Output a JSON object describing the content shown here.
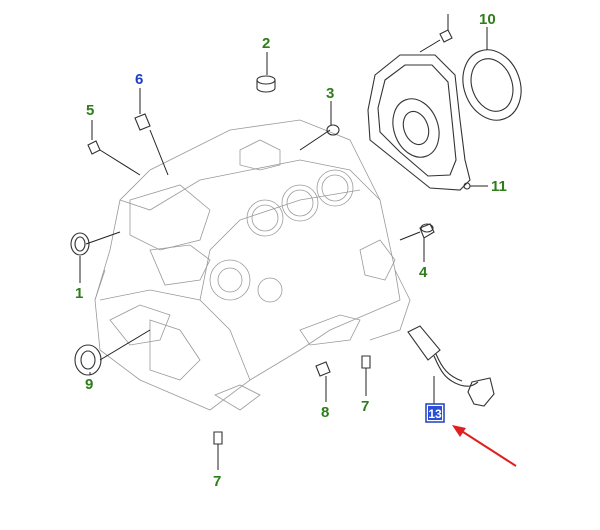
{
  "callouts": [
    {
      "id": "1",
      "label": "1",
      "color": "green"
    },
    {
      "id": "2",
      "label": "2",
      "color": "green"
    },
    {
      "id": "3",
      "label": "3",
      "color": "green"
    },
    {
      "id": "4",
      "label": "4",
      "color": "green"
    },
    {
      "id": "5",
      "label": "5",
      "color": "green"
    },
    {
      "id": "6",
      "label": "6",
      "color": "blue"
    },
    {
      "id": "7a",
      "label": "7",
      "color": "green"
    },
    {
      "id": "7b",
      "label": "7",
      "color": "green"
    },
    {
      "id": "8",
      "label": "8",
      "color": "green"
    },
    {
      "id": "9",
      "label": "9",
      "color": "green"
    },
    {
      "id": "10",
      "label": "10",
      "color": "green"
    },
    {
      "id": "11",
      "label": "11",
      "color": "green"
    },
    {
      "id": "13",
      "label": "13",
      "color": "highlight"
    }
  ],
  "colors": {
    "green": "#2e7d1a",
    "blue": "#1f3fbf",
    "highlight_border": "#1f3fbf",
    "highlight_fill": "#2a4fd6",
    "arrow": "#e02020"
  }
}
